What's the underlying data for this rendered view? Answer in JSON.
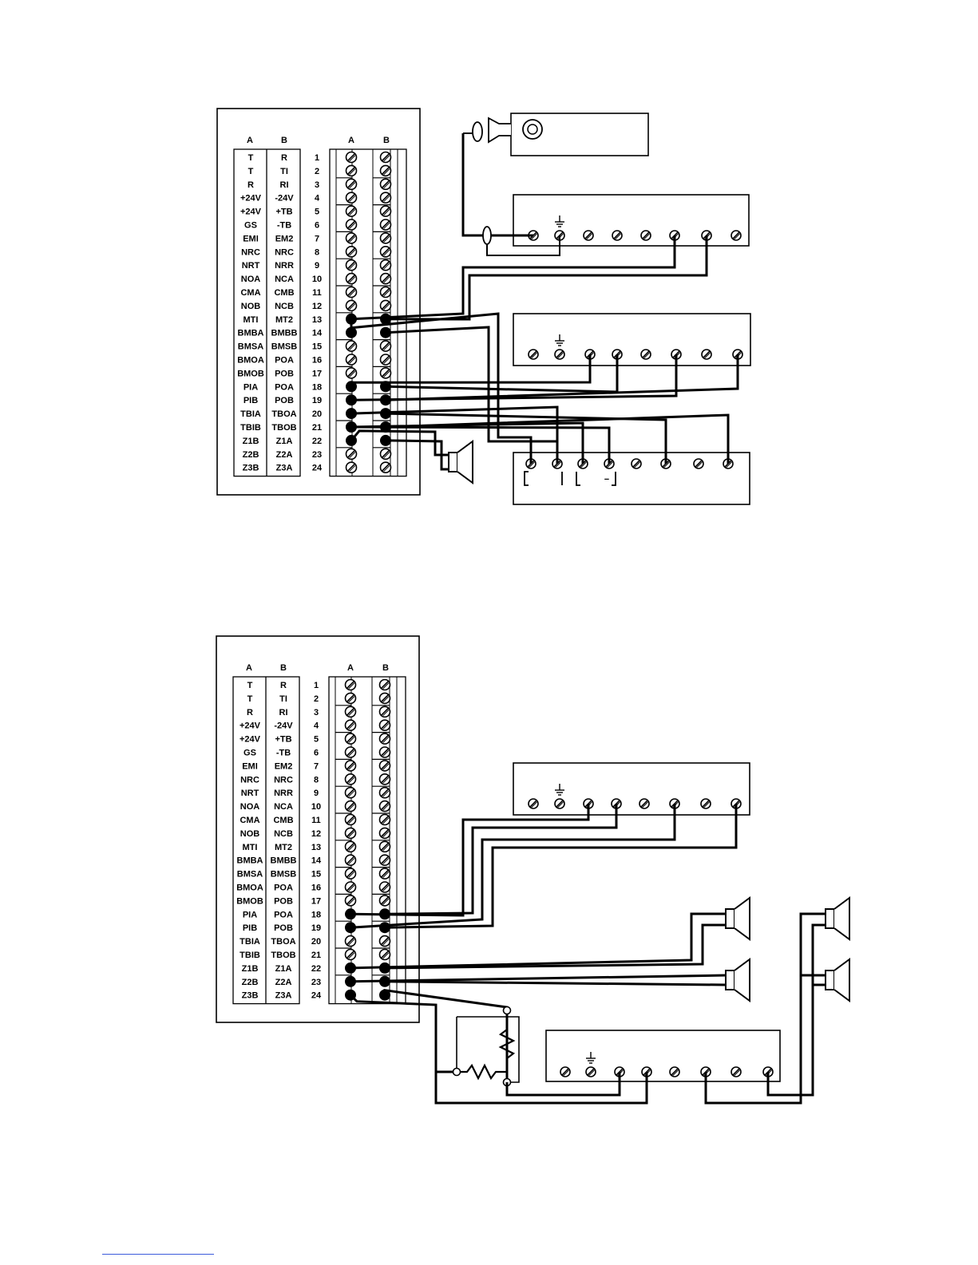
{
  "terminal_labels": {
    "col_a_header": "A",
    "col_b_header": "B",
    "rows": [
      {
        "num": "1",
        "a": "T",
        "b": "R"
      },
      {
        "num": "2",
        "a": "T",
        "b": "TI"
      },
      {
        "num": "3",
        "a": "R",
        "b": "RI"
      },
      {
        "num": "4",
        "a": "+24V",
        "b": "-24V"
      },
      {
        "num": "5",
        "a": "+24V",
        "b": "+TB"
      },
      {
        "num": "6",
        "a": "GS",
        "b": "-TB"
      },
      {
        "num": "7",
        "a": "EMI",
        "b": "EM2"
      },
      {
        "num": "8",
        "a": "NRC",
        "b": "NRC"
      },
      {
        "num": "9",
        "a": "NRT",
        "b": "NRR"
      },
      {
        "num": "10",
        "a": "NOA",
        "b": "NCA"
      },
      {
        "num": "11",
        "a": "CMA",
        "b": "CMB"
      },
      {
        "num": "12",
        "a": "NOB",
        "b": "NCB"
      },
      {
        "num": "13",
        "a": "MTI",
        "b": "MT2"
      },
      {
        "num": "14",
        "a": "BMBA",
        "b": "BMBB"
      },
      {
        "num": "15",
        "a": "BMSA",
        "b": "BMSB"
      },
      {
        "num": "16",
        "a": "BMOA",
        "b": "POA"
      },
      {
        "num": "17",
        "a": "BMOB",
        "b": "POB"
      },
      {
        "num": "18",
        "a": "PIA",
        "b": "POA"
      },
      {
        "num": "19",
        "a": "PIB",
        "b": "POB"
      },
      {
        "num": "20",
        "a": "TBIA",
        "b": "TBOA"
      },
      {
        "num": "21",
        "a": "TBIB",
        "b": "TBOB"
      },
      {
        "num": "22",
        "a": "Z1B",
        "b": "Z1A"
      },
      {
        "num": "23",
        "a": "Z2B",
        "b": "Z2A"
      },
      {
        "num": "24",
        "a": "Z3B",
        "b": "Z3A"
      }
    ]
  },
  "diagram1": {
    "used_rows": [
      13,
      14,
      18,
      19,
      20,
      21,
      22
    ]
  },
  "diagram2": {
    "used_rows": [
      18,
      19,
      22,
      23,
      24
    ]
  },
  "module_glyphs": {
    "ground_icon": "ground-symbol",
    "terminal_icon": "screw-terminal",
    "speaker_icon": "speaker",
    "resistor_icon": "resistor",
    "handset_icon": "handset-jack"
  },
  "module_text": {
    "minus_sign": "−"
  }
}
